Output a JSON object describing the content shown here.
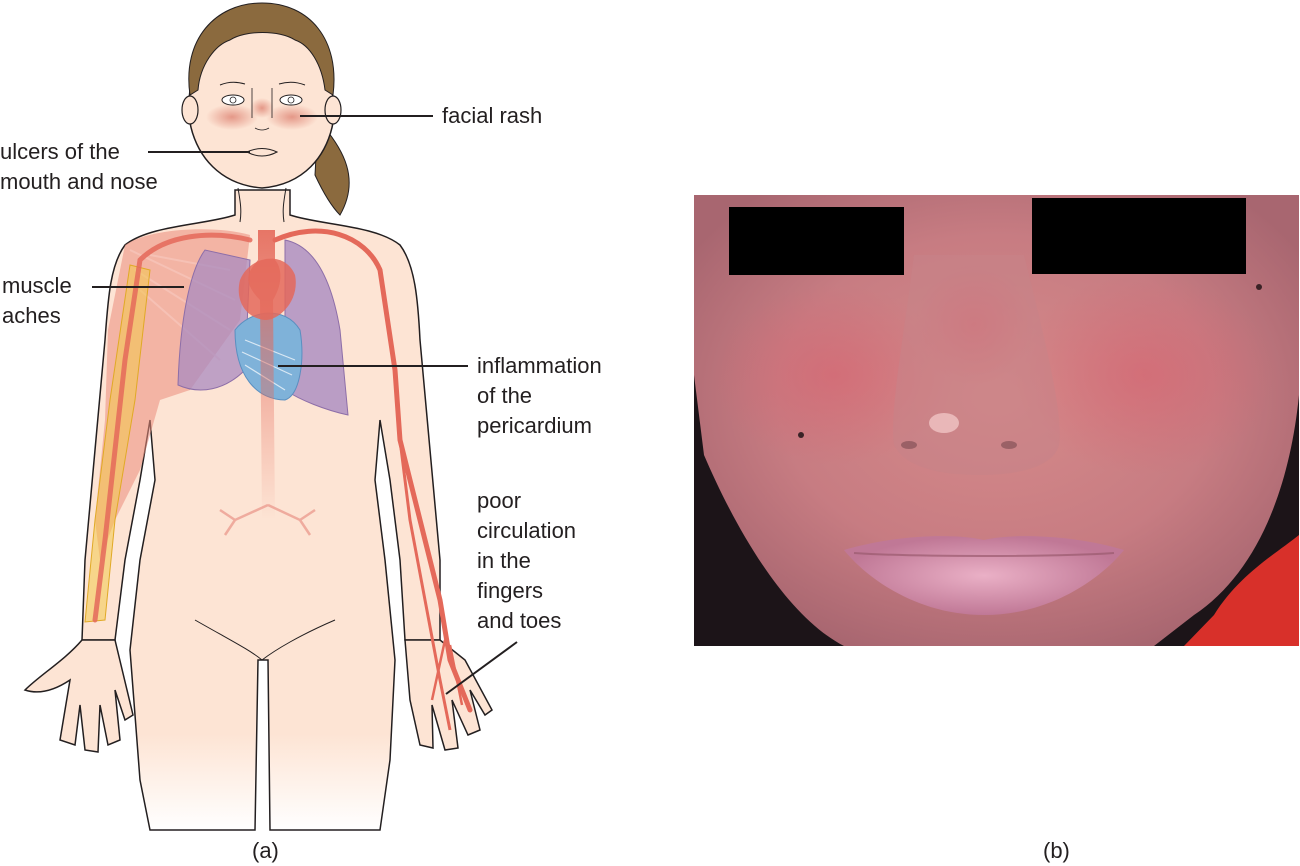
{
  "panel_a": {
    "caption": "(a)",
    "labels": {
      "facial_rash": "facial rash",
      "ulcers_line1": "ulcers of the",
      "ulcers_line2": "mouth and nose",
      "muscle_line1": "muscle",
      "muscle_line2": "aches",
      "pericardium_line1": "inflammation",
      "pericardium_line2": "of the",
      "pericardium_line3": "pericardium",
      "circulation_line1": "poor",
      "circulation_line2": "circulation",
      "circulation_line3": "in the",
      "circulation_line4": "fingers",
      "circulation_line5": "and toes"
    },
    "colors": {
      "skin": "#fde4d4",
      "outline": "#231f20",
      "hair": "#8b6a3e",
      "rash": "#e08a7a",
      "artery": "#e4695a",
      "lung": "#a98bc0",
      "pericardium": "#7fb2d9",
      "bone": "#f2c94c"
    }
  },
  "panel_b": {
    "caption": "(b)",
    "description": "photo of face with butterfly rash, eyes obscured by black bars"
  }
}
